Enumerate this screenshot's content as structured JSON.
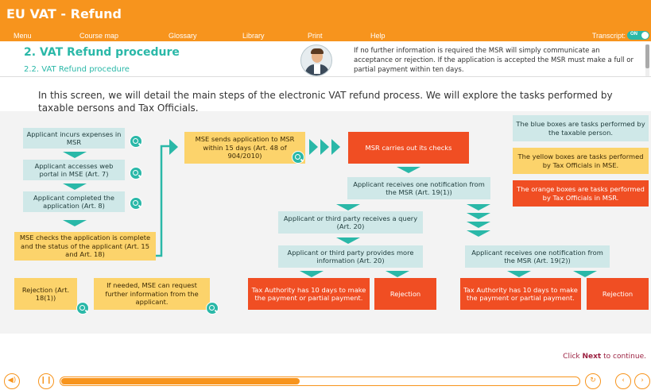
{
  "app": {
    "title": "EU VAT - Refund"
  },
  "menu": {
    "items": [
      "Menu",
      "Course map",
      "Glossary",
      "Library",
      "Print",
      "Help"
    ],
    "transcript_label": "Transcript:",
    "toggle_label": "ON"
  },
  "page": {
    "heading": "2. VAT Refund procedure",
    "subheading": "2.2. VAT Refund procedure",
    "note": "If no further information is required the MSR will simply communicate an acceptance or rejection. If the application is accepted the MSR must make a full or partial payment within ten days.",
    "intro": "In this screen, we will detail the main steps of the electronic VAT refund process. We will explore the tasks performed by taxable persons and Tax Officials."
  },
  "legend": {
    "blue": "The blue boxes are tasks performed by the taxable person.",
    "yellow": "The yellow boxes are tasks performed by Tax Officials in MSE.",
    "orange": "The orange boxes are tasks performed by Tax Officials in MSR."
  },
  "flow": {
    "b1": "Applicant incurs expenses in MSR",
    "b2": "Applicant accesses web portal in MSE (Art. 7)",
    "b3": "Applicant completed the application (Art. 8)",
    "b4": "MSE checks the application is complete and the status of the applicant (Art. 15 and Art. 18)",
    "b5": "Rejection (Art. 18(1))",
    "b6": "If needed, MSE can request further information from the applicant.",
    "b7": "MSE sends application to MSR within 15 days (Art. 48 of 904/2010)",
    "b8": "MSR carries out its checks",
    "b9": "Applicant receives one notification from the MSR (Art. 19(1))",
    "b10": "Applicant or third party receives a query (Art. 20)",
    "b11": "Applicant or third party provides more information (Art. 20)",
    "b12": "Tax Authority has 10 days to make the payment or partial payment.",
    "b13": "Rejection",
    "b14": "Applicant receives one notification from the MSR (Art. 19(2))",
    "b15": "Tax Authority has 10 days to make the payment or partial payment.",
    "b16": "Rejection"
  },
  "footer": {
    "click_pre": "Click ",
    "click_bold": "Next",
    "click_post": " to continue."
  },
  "player": {
    "progress": 0.46
  },
  "colors": {
    "accent": "#f7941d",
    "teal": "#2ab8a8",
    "blue_box": "#cfe8e8",
    "yellow_box": "#fcd36b",
    "orange_box": "#f04e23"
  },
  "icons": [
    "search-icon",
    "speaker-icon",
    "pause-icon",
    "replay-icon",
    "back-icon",
    "next-icon",
    "avatar"
  ]
}
